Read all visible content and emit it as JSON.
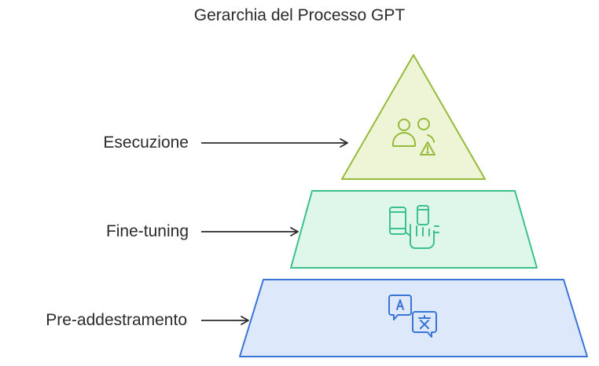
{
  "title": "Gerarchia del Processo GPT",
  "levels": [
    {
      "label": "Esecuzione",
      "icon": "users-warning-icon",
      "fill": "#eef5d6",
      "stroke": "#95bb3a"
    },
    {
      "label": "Fine-tuning",
      "icon": "devices-touch-icon",
      "fill": "#def7ea",
      "stroke": "#3cc18a"
    },
    {
      "label": "Pre-addestramento",
      "icon": "translate-icon",
      "fill": "#dde8fb",
      "stroke": "#3a75d6"
    }
  ],
  "arrow_color": "#2b2b2b"
}
